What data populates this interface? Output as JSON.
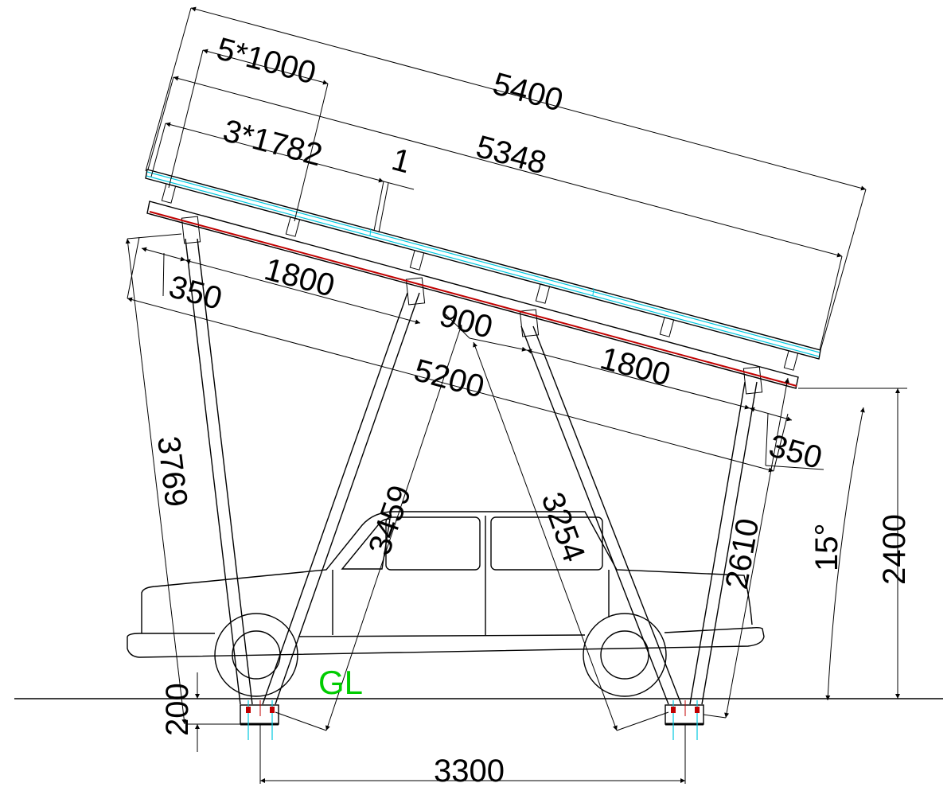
{
  "drawing": {
    "ground_label": "GL",
    "colors": {
      "lines": "#000000",
      "panel_edge": "#00c8e0",
      "rail": "#c00000",
      "ground_label": "#00cc00"
    },
    "dimensions": {
      "panel_length": "5400",
      "module_pitch": "5*1000",
      "rail_length": "5348",
      "rail_pitch": "3*1782",
      "gap": "1",
      "overhang_left": "350",
      "span_left": "1800",
      "span_center": "900",
      "span_right": "1800",
      "beam_length": "5200",
      "overhang_right": "350",
      "rear_leg": "3769",
      "brace_left": "3459",
      "brace_right": "3254",
      "front_leg": "2610",
      "tilt_angle": "15°",
      "height": "2400",
      "foundation_depth": "200",
      "column_spacing": "3300"
    }
  }
}
